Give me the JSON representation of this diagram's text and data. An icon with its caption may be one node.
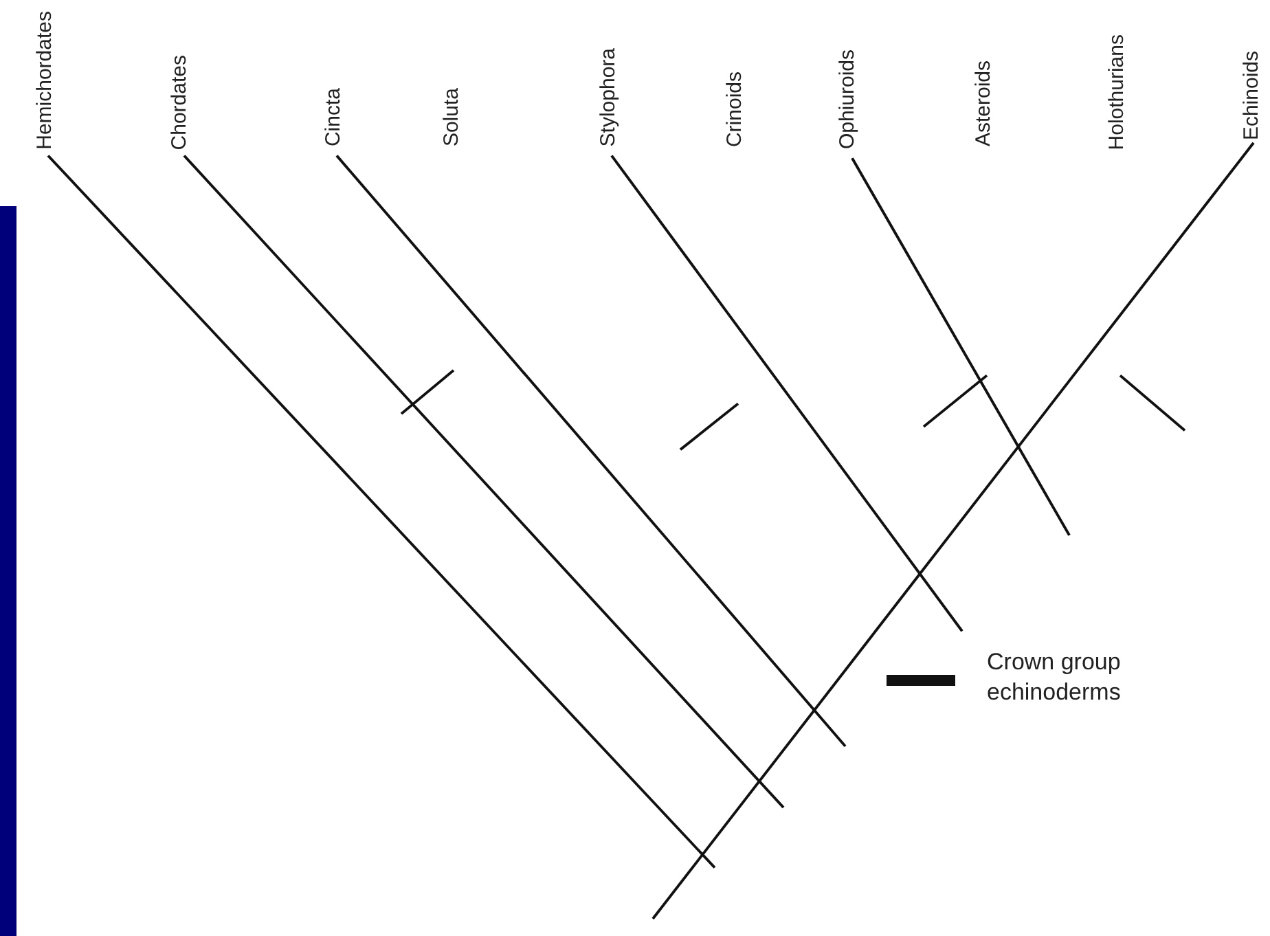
{
  "diagram": {
    "labels": [
      "Hemichordates",
      "Chordates",
      "Cincta",
      "Soluta",
      "Stylophora",
      "Crinoids",
      "Ophiuroids",
      "Asteroids",
      "Holothurians",
      "Echinoids",
      "Crown group echinoderms"
    ]
  }
}
